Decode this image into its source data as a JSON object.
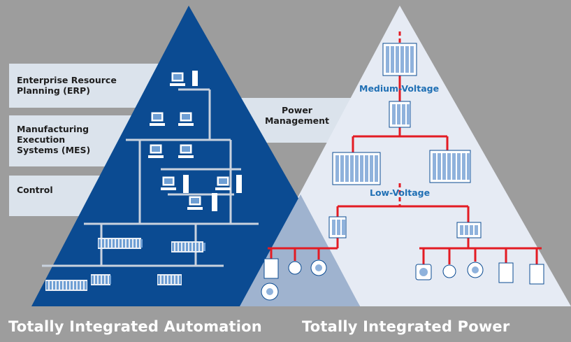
{
  "tia": {
    "erp_label": "Enterprise Resource Planning (ERP)",
    "mes_label": "Manufacturing Execution Systems (MES)",
    "control_label": "Control",
    "title": "Totally Integrated Automation"
  },
  "tip": {
    "power_management_label": "Power Management",
    "medium_voltage_label": "Medium-Voltage",
    "low_voltage_label": "Low-Voltage",
    "title": "Totally Integrated Power"
  },
  "colors": {
    "background": "#9d9d9d",
    "band": "#dbe3ec",
    "tia_pyramid": "#0b4b92",
    "tip_pyramid": "#e6ebf4",
    "overlap": "#9fb3cf",
    "power_line": "#e31b23",
    "label_blue": "#1f6fb4"
  },
  "icons": [
    "computer-icon",
    "server-cabinet-icon",
    "plc-module-icon",
    "switchgear-icon",
    "motor-icon",
    "lamp-icon",
    "socket-icon",
    "distribution-board-icon"
  ]
}
